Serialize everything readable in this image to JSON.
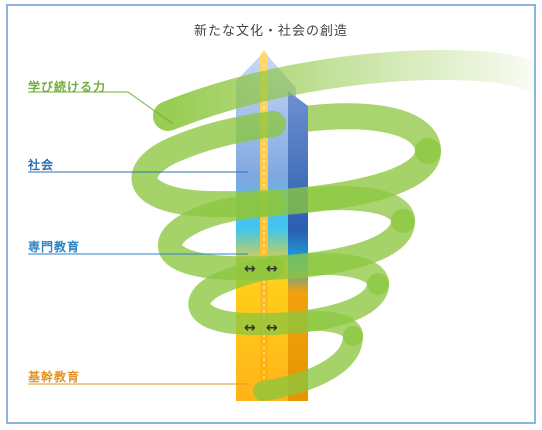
{
  "title": "新たな文化・社会の創造",
  "labels": {
    "learning": "学び続ける力",
    "society": "社会",
    "specialized": "専門教育",
    "foundation": "基幹教育"
  },
  "colors": {
    "frame": "#8fb3df",
    "spiral_green": "#8cc63f",
    "learning_text": "#6fae3a",
    "society_text": "#2d6fb6",
    "specialized_text": "#2a83c7",
    "foundation_text": "#e2942a",
    "pillar_blue": "#8fb7e6",
    "pillar_cyan": "#3ec6f0",
    "pillar_yellow": "#ffbf1f"
  },
  "arrows": [
    "↔",
    "↔"
  ]
}
